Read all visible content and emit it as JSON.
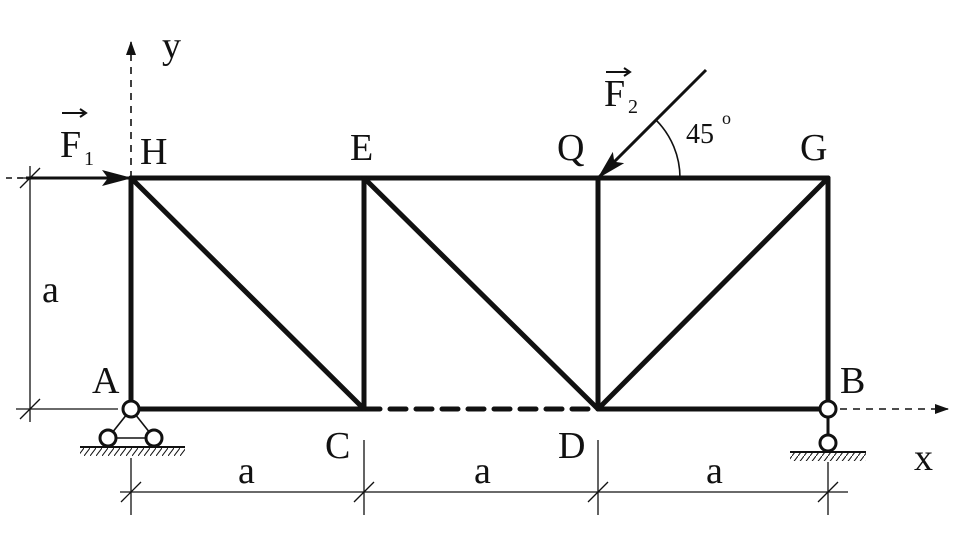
{
  "nodes": {
    "A": "A",
    "B": "B",
    "C": "C",
    "D": "D",
    "E": "E",
    "G": "G",
    "H": "H",
    "Q": "Q"
  },
  "axes": {
    "x": "x",
    "y": "y"
  },
  "forces": {
    "f1_symbol": "F",
    "f1_index": "1",
    "f2_symbol": "F",
    "f2_index": "2"
  },
  "angle": {
    "value": "45",
    "unit": "o"
  },
  "dimensions": {
    "height": "a",
    "span_1": "a",
    "span_2": "a",
    "span_3": "a"
  },
  "colors": {
    "ink": "#111111",
    "background": "#ffffff"
  }
}
